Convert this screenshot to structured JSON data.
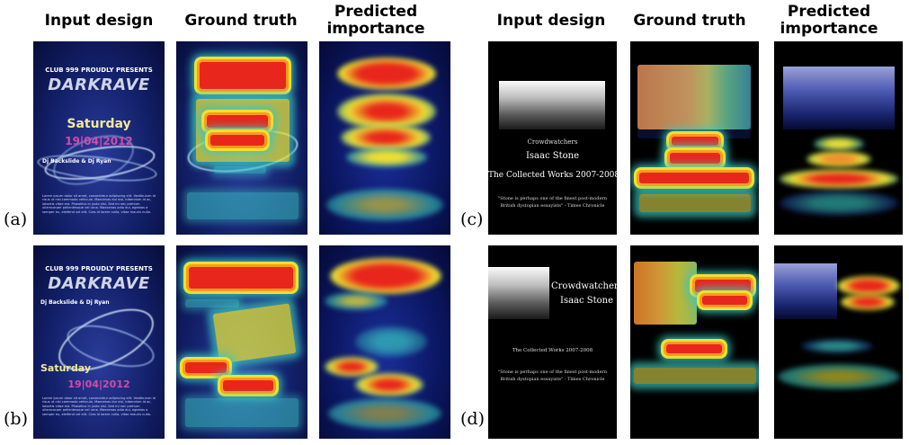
{
  "headers": {
    "input_design": "Input design",
    "ground_truth": "Ground truth",
    "predicted_line1": "Predicted",
    "predicted_line2": "importance"
  },
  "labels": {
    "a": "(a)",
    "b": "(b)",
    "c": "(c)",
    "d": "(d)"
  },
  "flyer": {
    "presents": "CLUB 999 PROUDLY PRESENTS",
    "title": "DARKRAVE",
    "day": "Saturday",
    "date": "19|04|2012",
    "djs": "Dj Backslide & Dj Ryan",
    "body": "Lorem ipsum dolor sit amet, consectetur adipiscing elit. Vestibulum id risus ut nisl commodo vehicula. Maecenas dui nisi, bibendum id ac, lobortis vitae est. Phasellus in justo nisl. Sed mi nec pretium ullamcorper pellentesque vel urna. Maecenas odio dui, egestas a semper eu, eleifend vel elit. Cras id lorem nulla, vitae mauris nulla."
  },
  "book": {
    "group": "Crowdwatchers",
    "author": "Isaac Stone",
    "title": "The Collected Works 2007-2008",
    "quote_line1": "\"Stone is perhaps one of the finest post-modern",
    "quote_line2": "British dystopian essayists\"  -  Times Chronicle"
  },
  "colors": {
    "flyer_bg": "#13206a",
    "heat_red": "#e8261c",
    "heat_yellow": "#f0e030",
    "heat_cyan": "#38c8c0",
    "title_pink": "#d64aa8",
    "day_yellow": "#f3e89a"
  }
}
